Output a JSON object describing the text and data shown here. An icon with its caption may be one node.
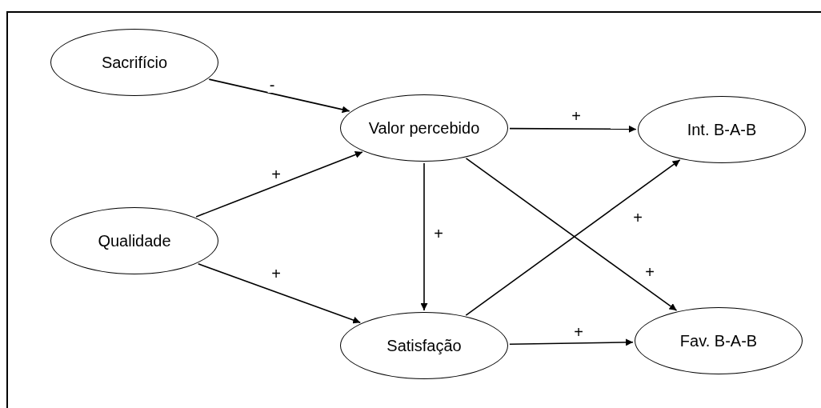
{
  "diagram": {
    "nodes": [
      {
        "text": [
          "Sacrifício"
        ]
      },
      {
        "text": [
          "Qualidade"
        ]
      },
      {
        "text": [
          "Valor percebido"
        ]
      },
      {
        "text": [
          "Satisfação"
        ]
      },
      {
        "text": [
          "Int. B-A-B"
        ]
      },
      {
        "text": [
          "Fav. B-A-B"
        ]
      }
    ],
    "edges": [
      {
        "from": 0,
        "to": 2,
        "arrow": "to",
        "label": "-"
      },
      {
        "from": 1,
        "to": 2,
        "arrow": "to",
        "label": "+"
      },
      {
        "from": 1,
        "to": 3,
        "arrow": "to",
        "label": "+"
      },
      {
        "from": 2,
        "to": 4,
        "arrow": "to",
        "label": "+"
      },
      {
        "from": 2,
        "to": 3,
        "arrow": "to",
        "label": "+"
      },
      {
        "from": 2,
        "to": 5,
        "arrow": "to",
        "label": "+"
      },
      {
        "from": 3,
        "to": 4,
        "arrow": "to",
        "label": "+"
      },
      {
        "from": 3,
        "to": 5,
        "arrow": "to",
        "label": "+"
      }
    ]
  }
}
